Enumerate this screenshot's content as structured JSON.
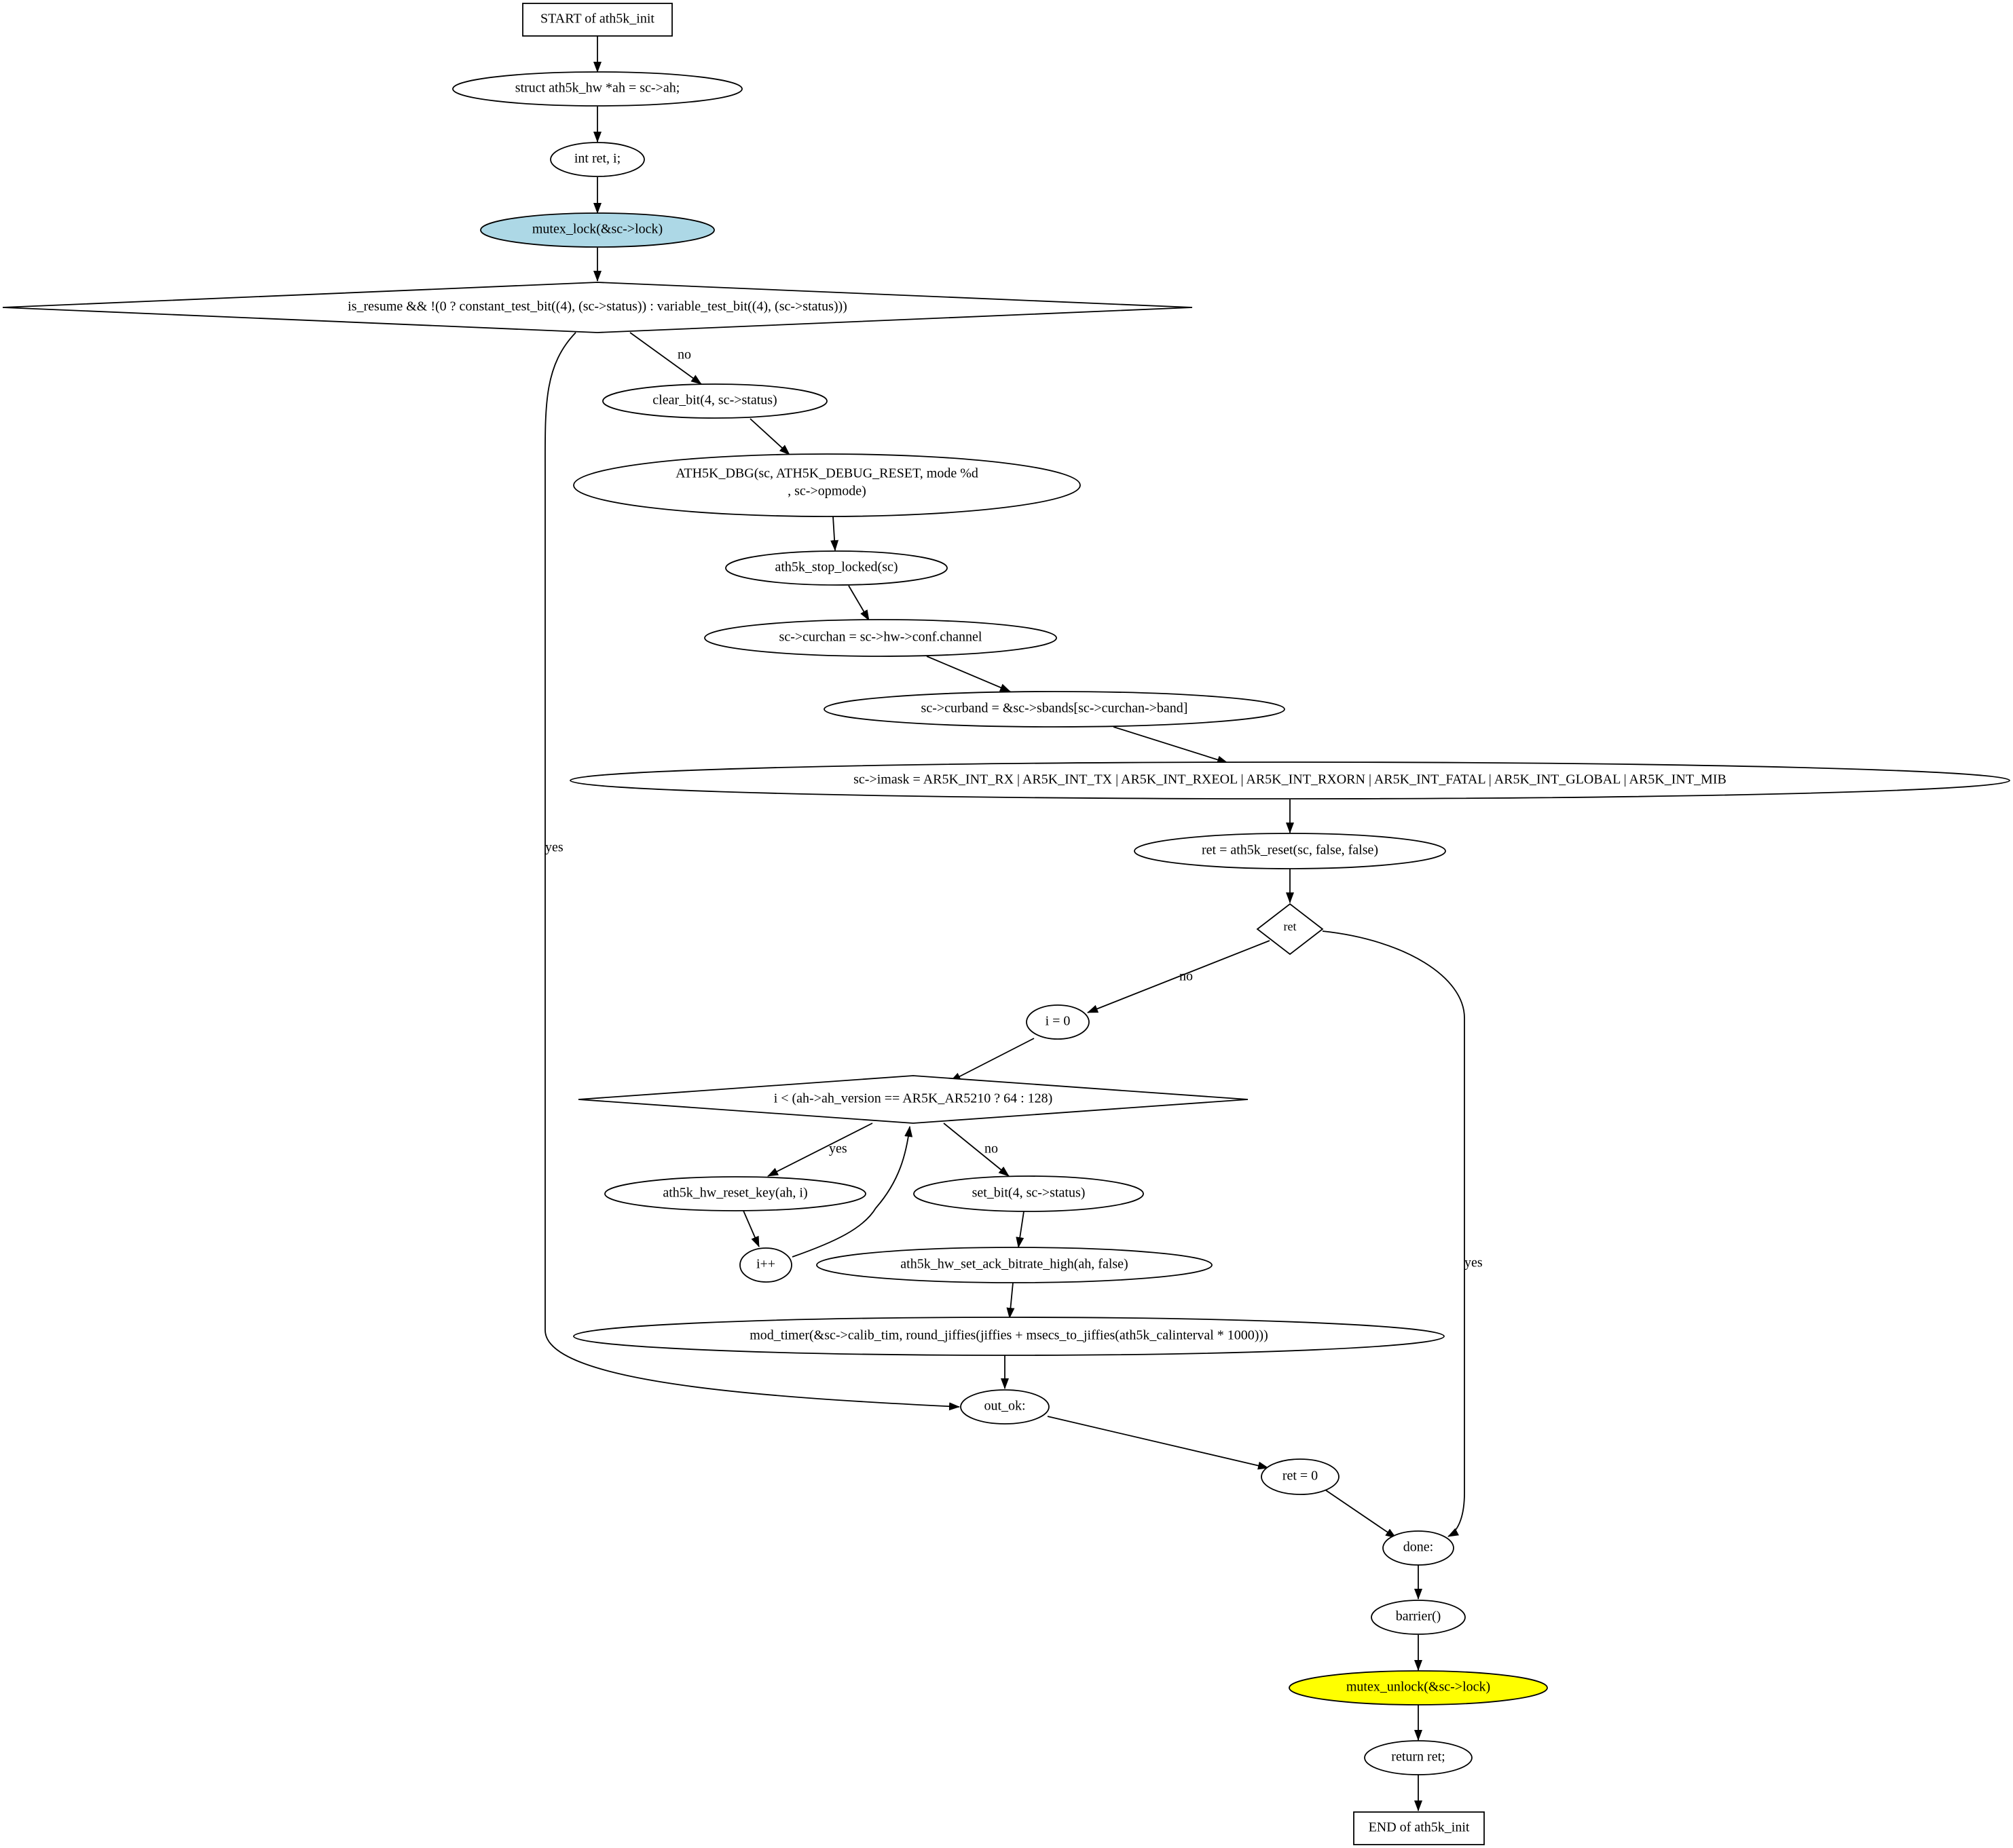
{
  "colors": {
    "lock_fill": "#add8e6",
    "unlock_fill": "#ffff00",
    "stroke": "#000000"
  },
  "nodes": {
    "start": "START of ath5k_init",
    "decl_ah": "struct ath5k_hw *ah = sc->ah;",
    "decl_ret": "int ret, i;",
    "mutex_lock": "mutex_lock(&sc->lock)",
    "cond_resume": "is_resume && !(0 ? constant_test_bit((4), (sc->status)) : variable_test_bit((4), (sc->status)))",
    "clear_bit": "clear_bit(4, sc->status)",
    "dbg_line1": "ATH5K_DBG(sc, ATH5K_DEBUG_RESET, mode %d",
    "dbg_line2": ", sc->opmode)",
    "stop_locked": "ath5k_stop_locked(sc)",
    "curchan": "sc->curchan = sc->hw->conf.channel",
    "curband": "sc->curband = &sc->sbands[sc->curchan->band]",
    "imask": "sc->imask = AR5K_INT_RX | AR5K_INT_TX | AR5K_INT_RXEOL | AR5K_INT_RXORN | AR5K_INT_FATAL | AR5K_INT_GLOBAL | AR5K_INT_MIB",
    "reset": "ret = ath5k_reset(sc, false, false)",
    "cond_ret": "ret",
    "i_init": "i = 0",
    "cond_loop": "i < (ah->ah_version == AR5K_AR5210 ? 64 : 128)",
    "reset_key": "ath5k_hw_reset_key(ah, i)",
    "i_inc": "i++",
    "set_bit": "set_bit(4, sc->status)",
    "ack_bitrate": "ath5k_hw_set_ack_bitrate_high(ah, false)",
    "mod_timer": "mod_timer(&sc->calib_tim, round_jiffies(jiffies + msecs_to_jiffies(ath5k_calinterval * 1000)))",
    "out_ok": "out_ok:",
    "ret_zero": "ret = 0",
    "done": "done:",
    "barrier": "barrier()",
    "mutex_unlock": "mutex_unlock(&sc->lock)",
    "return_ret": "return ret;",
    "end": "END of ath5k_init"
  },
  "edges": {
    "resume_yes": "yes",
    "resume_no": "no",
    "ret_no": "no",
    "ret_yes": "yes",
    "loop_yes": "yes",
    "loop_no": "no"
  }
}
